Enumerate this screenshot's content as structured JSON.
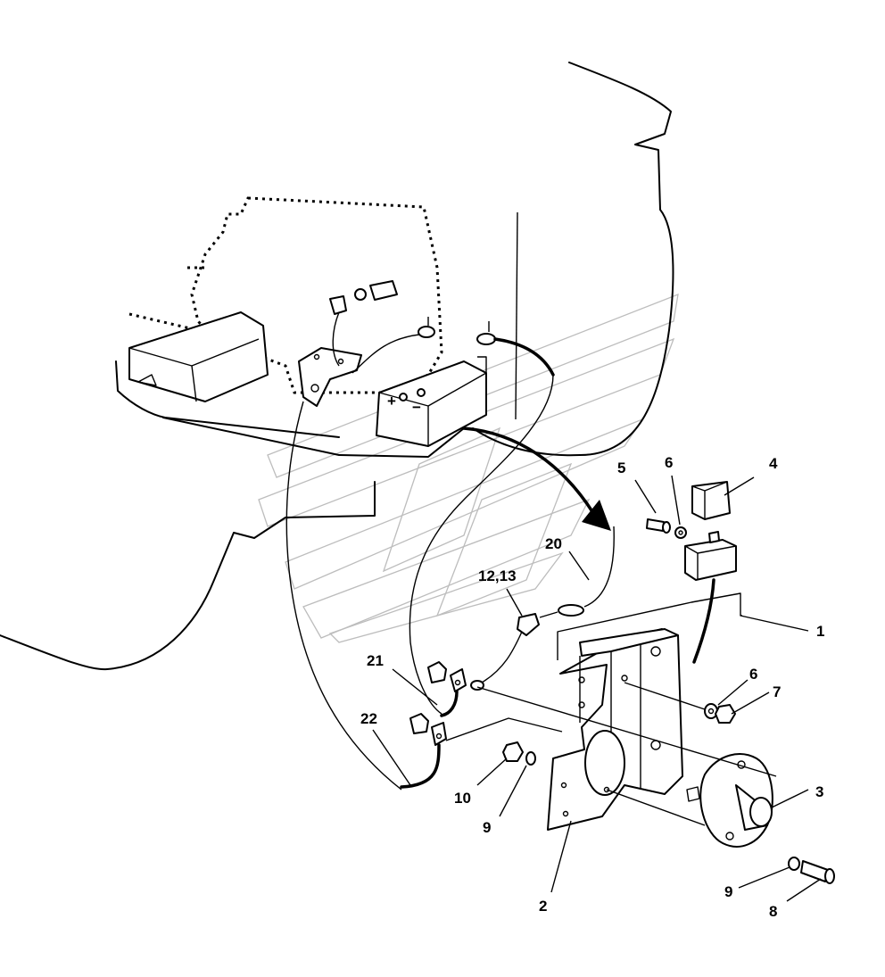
{
  "diagram": {
    "callouts": [
      {
        "id": "c1",
        "text": "1"
      },
      {
        "id": "c2",
        "text": "2"
      },
      {
        "id": "c3",
        "text": "3"
      },
      {
        "id": "c4",
        "text": "4"
      },
      {
        "id": "c5",
        "text": "5"
      },
      {
        "id": "c6a",
        "text": "6"
      },
      {
        "id": "c6b",
        "text": "6"
      },
      {
        "id": "c7",
        "text": "7"
      },
      {
        "id": "c8",
        "text": "8"
      },
      {
        "id": "c9a",
        "text": "9"
      },
      {
        "id": "c9b",
        "text": "9"
      },
      {
        "id": "c10",
        "text": "10"
      },
      {
        "id": "c1213",
        "text": "12,13"
      },
      {
        "id": "c20",
        "text": "20"
      },
      {
        "id": "c21",
        "text": "21"
      },
      {
        "id": "c22",
        "text": "22"
      }
    ],
    "battery_terminals": {
      "plus": "+",
      "minus": "−"
    }
  }
}
